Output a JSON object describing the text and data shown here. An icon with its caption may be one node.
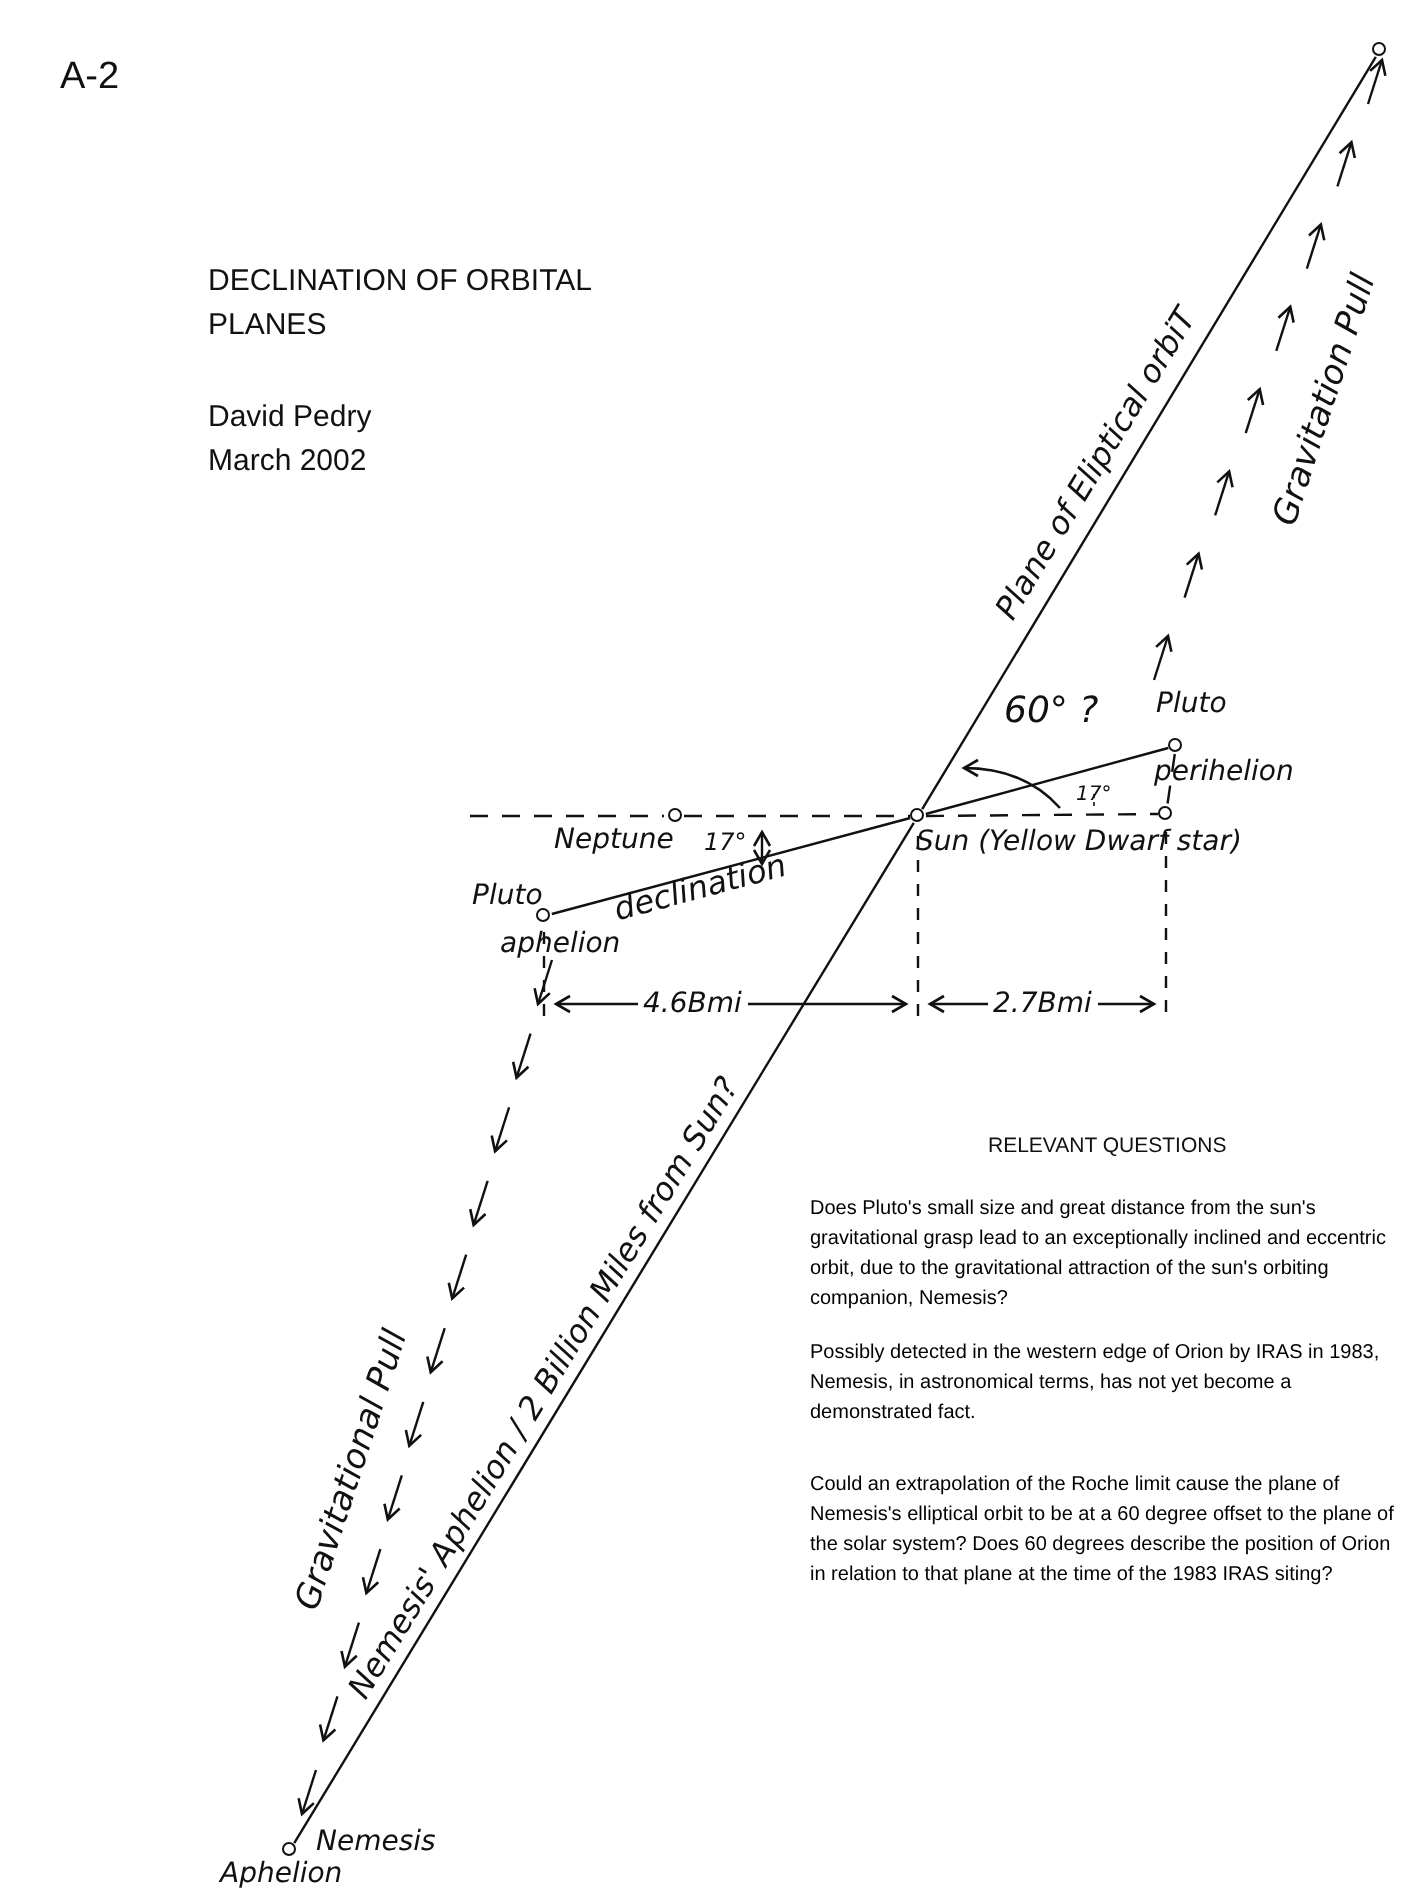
{
  "diagram": {
    "title": "DECLINATION OF ORBITAL PLANES",
    "nodes": [
      {
        "text": [
          "Neptune"
        ]
      },
      {
        "text": [
          "Sun (Yellow Dwarf star)"
        ]
      },
      {
        "text": [
          "Pluto",
          "aphelion"
        ]
      },
      {
        "text": [
          "Pluto",
          "perihelion"
        ]
      },
      {
        "text": [
          "Nemesis",
          "Aphelion"
        ]
      },
      {
        "text": [],
        "shape": "circle"
      },
      {
        "text": [],
        "shape": "circle"
      }
    ],
    "edges": [
      {
        "from": 2,
        "to": 1,
        "arrow": "none",
        "label": "declination"
      },
      {
        "from": 1,
        "to": 3,
        "arrow": "none"
      },
      {
        "from": 4,
        "to": 1,
        "arrow": "none",
        "label": "Nemesis' Aphelion / 2 Billion Miles from Sun?"
      },
      {
        "from": 1,
        "to": 5,
        "arrow": "none",
        "label": "Plane of Eliptical orbiT"
      },
      {
        "from": 0,
        "to": 1,
        "arrow": "none",
        "style": "dashed"
      },
      {
        "from": 1,
        "to": 6,
        "arrow": "none",
        "style": "dashed"
      },
      {
        "from": 3,
        "to": 6,
        "arrow": "none",
        "style": "dashed"
      }
    ],
    "labels": [
      "A-2",
      "David Pedry",
      "March 2002",
      "Gravitation Pull",
      "60° ?",
      "17°",
      "17°",
      "4.6Bmi",
      "2.7Bmi",
      "RELEVANT QUESTIONS",
      "Does Pluto's small size and great distance from the sun's gravitational grasp lead to an exceptionally inclined and eccentric orbit, due to the gravitational attraction of the sun's orbiting companion, Nemesis?",
      "Possibly detected in the western edge of Orion by IRAS in 1983, Nemesis, in astronomical terms, has not yet become a demonstrated fact.",
      "Could an extrapolation of the Roche limit cause the plane of Nemesis's elliptical orbit to be at a 60 degree offset to the plane of the solar system?  Does 60 degrees describe the position of Orion in relation to that plane at the time of the 1983 IRAS siting?",
      "Gravitational Pull"
    ]
  }
}
